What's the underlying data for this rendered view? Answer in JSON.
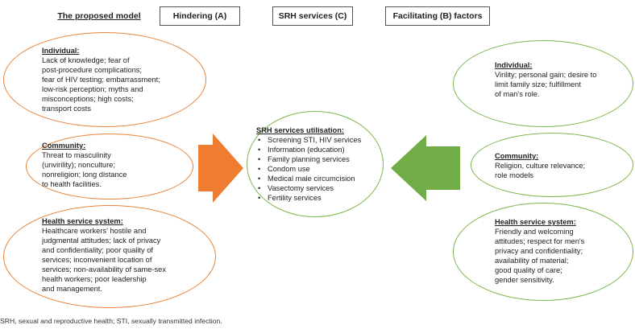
{
  "headers": {
    "model_title": "The proposed model",
    "hindering": "Hindering (A)",
    "services": "SRH services (C)",
    "facilitating": "Facilitating (B) factors"
  },
  "hindering": {
    "individual": {
      "title": "Individual:",
      "lines": [
        "Lack of knowledge; fear of",
        "post-procedure complications;",
        "fear of HIV testing; embarrassment;",
        "low-risk perception; myths and",
        "misconceptions; high costs;",
        "transport costs"
      ]
    },
    "community": {
      "title": "Community:",
      "lines": [
        "Threat to masculinity",
        "(unvirility); nonculture;",
        "nonreligion; long distance",
        "to health facilities."
      ]
    },
    "health_system": {
      "title": "Health service system:",
      "lines": [
        "Healthcare workers' hostile and",
        "judgmental attitudes; lack of privacy",
        "and confidentiality; poor quality of",
        "services; inconvenient location of",
        "services; non-availability of same-sex",
        "health workers; poor leadership",
        "and management."
      ]
    }
  },
  "services": {
    "title": "SRH services utilisation:",
    "items": [
      "Screening STI, HIV services",
      "Information (education)",
      "Family planning services",
      "Condom use",
      "Medical male circumcision",
      "Vasectomy services",
      "Fertility services"
    ]
  },
  "facilitating": {
    "individual": {
      "title": "Individual:",
      "lines": [
        "Virility; personal gain; desire to",
        "limit family size; fulfillment",
        "of man's role."
      ]
    },
    "community": {
      "title": "Community:",
      "lines": [
        "Religion, culture relevance;",
        "role models"
      ]
    },
    "health_system": {
      "title": "Health service system:",
      "lines": [
        "Friendly and welcoming",
        "attitudes; respect for men's",
        "privacy and confidentiality;",
        "availability of material;",
        "good quality of care;",
        "gender sensitivity."
      ]
    }
  },
  "footnote": "SRH, sexual and reproductive health; STI, sexually transmitted infection.",
  "colors": {
    "orange": "#ee7d31",
    "green": "#70ad47",
    "orange_border": "#e8833a",
    "green_border": "#7ab648"
  }
}
